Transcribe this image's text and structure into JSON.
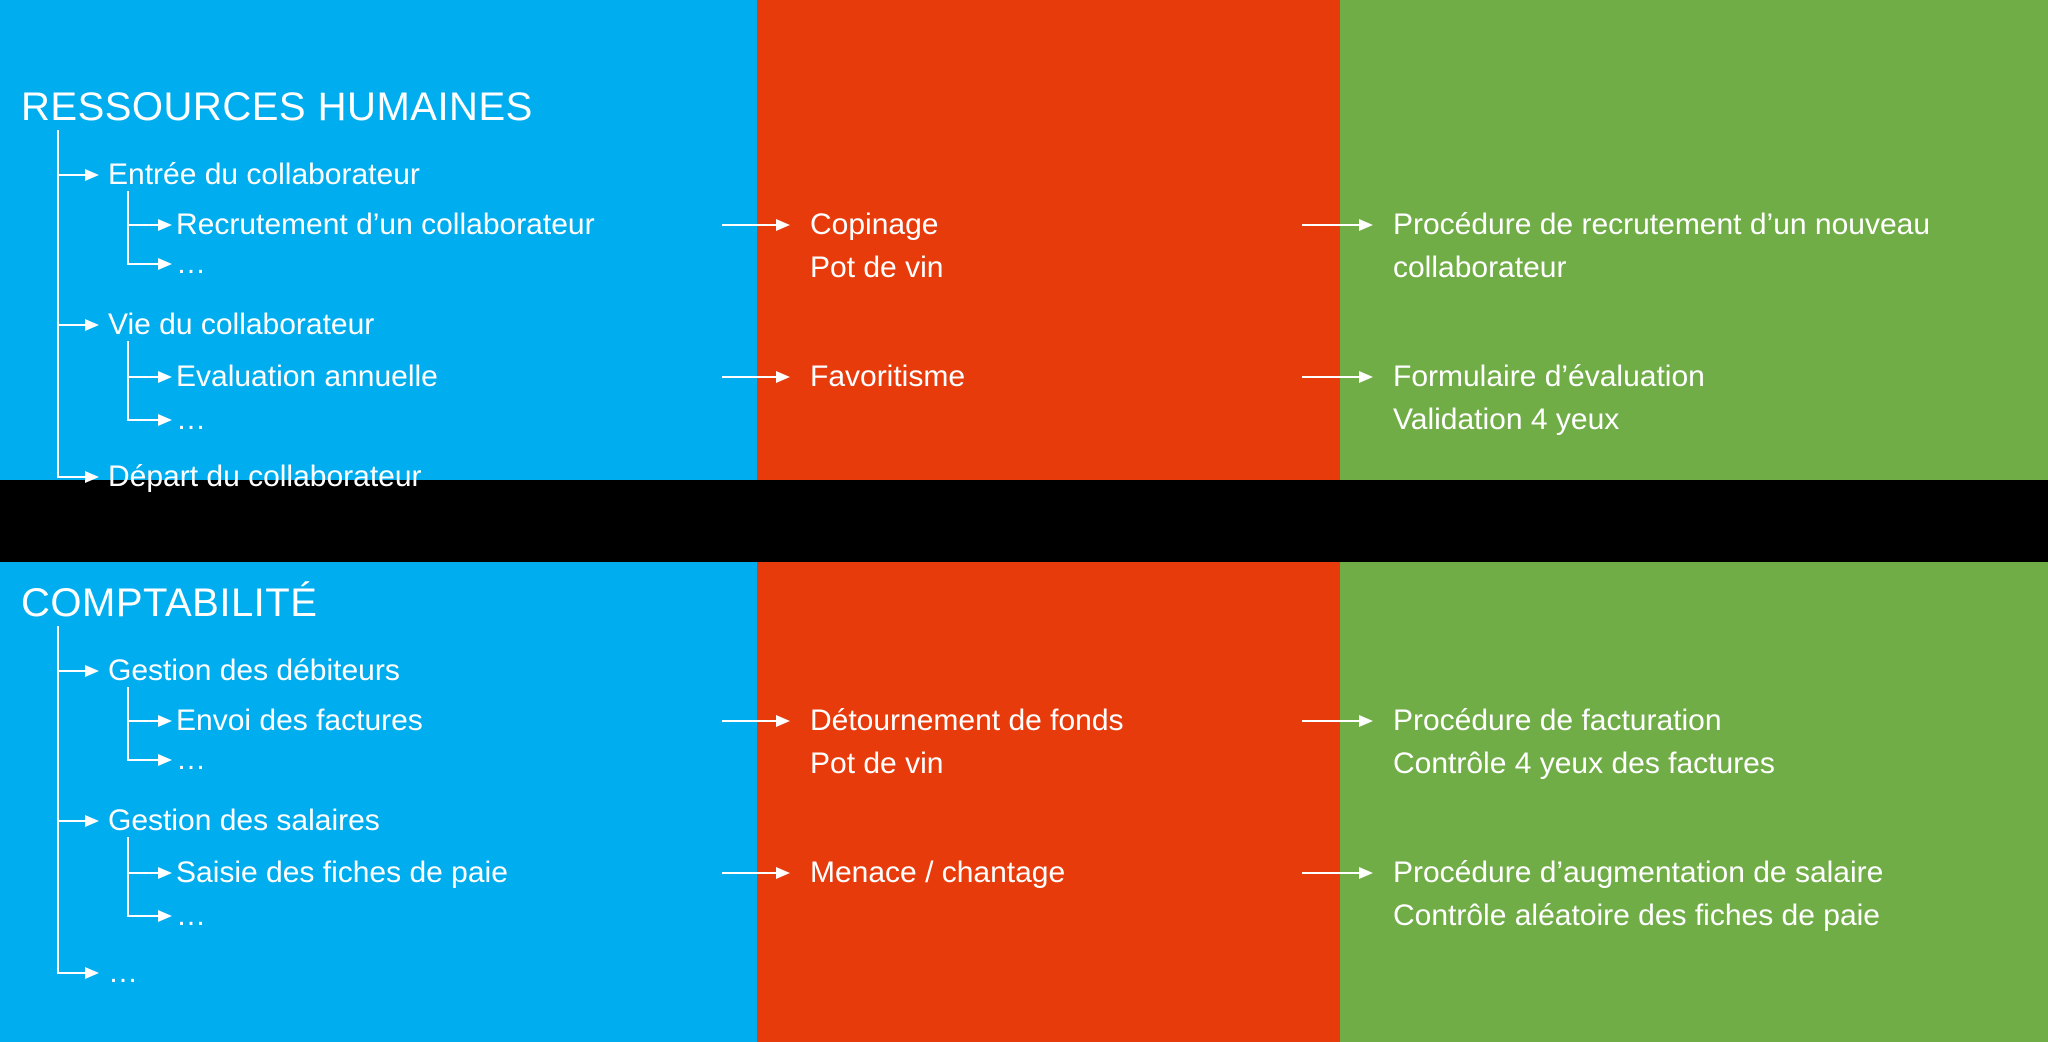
{
  "slide": {
    "type": "process-risk-control-mapping",
    "colors": {
      "process_column": "#00ADEE",
      "risk_column": "#E83B0C",
      "control_column": "#70AD47",
      "background": "#000000",
      "text": "#FFFFFF"
    }
  },
  "bands": [
    {
      "title": "RESSOURCES HUMAINES",
      "process_tree": [
        {
          "level": 1,
          "label": "Entrée du collaborateur"
        },
        {
          "level": 2,
          "label": "Recrutement d’un collaborateur"
        },
        {
          "level": 2,
          "label": "…"
        },
        {
          "level": 1,
          "label": "Vie du collaborateur"
        },
        {
          "level": 2,
          "label": "Evaluation annuelle"
        },
        {
          "level": 2,
          "label": "…"
        },
        {
          "level": 1,
          "label": "Départ du collaborateur"
        }
      ],
      "risks": [
        {
          "linked_process": "Recrutement d’un collaborateur",
          "lines": [
            "Copinage",
            "Pot de vin"
          ]
        },
        {
          "linked_process": "Evaluation annuelle",
          "lines": [
            "Favoritisme"
          ]
        }
      ],
      "controls": [
        {
          "linked_process": "Recrutement d’un collaborateur",
          "lines": [
            "Procédure de recrutement d’un nouveau",
            "collaborateur"
          ]
        },
        {
          "linked_process": "Evaluation annuelle",
          "lines": [
            "Formulaire d’évaluation",
            "Validation 4 yeux"
          ]
        }
      ]
    },
    {
      "title": "COMPTABILITÉ",
      "process_tree": [
        {
          "level": 1,
          "label": "Gestion des débiteurs"
        },
        {
          "level": 2,
          "label": "Envoi des factures"
        },
        {
          "level": 2,
          "label": "…"
        },
        {
          "level": 1,
          "label": "Gestion des salaires"
        },
        {
          "level": 2,
          "label": "Saisie des fiches de paie"
        },
        {
          "level": 2,
          "label": "…"
        },
        {
          "level": 1,
          "label": "…"
        }
      ],
      "risks": [
        {
          "linked_process": "Envoi des factures",
          "lines": [
            "Détournement de fonds",
            "Pot de vin"
          ]
        },
        {
          "linked_process": "Saisie des fiches de paie",
          "lines": [
            "Menace / chantage"
          ]
        }
      ],
      "controls": [
        {
          "linked_process": "Envoi des factures",
          "lines": [
            "Procédure de facturation",
            "Contrôle 4 yeux des factures"
          ]
        },
        {
          "linked_process": "Saisie des fiches de paie",
          "lines": [
            "Procédure d’augmentation de salaire",
            "Contrôle aléatoire des fiches de paie"
          ]
        }
      ]
    }
  ]
}
